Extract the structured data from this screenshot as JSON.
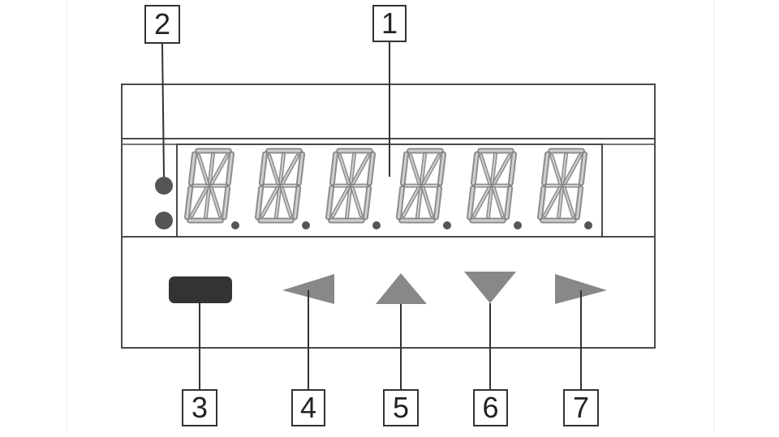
{
  "callouts": {
    "c1": "1",
    "c2": "2",
    "c3": "3",
    "c4": "4",
    "c5": "5",
    "c6": "6",
    "c7": "7"
  },
  "colors": {
    "outline": "#4a4a4a",
    "segment": "#7a7a7a",
    "segment_fill": "#cfcfcf",
    "indicator": "#555555",
    "key_set": "#333333",
    "key_arrow": "#888888"
  },
  "display": {
    "digit_count": 6
  }
}
